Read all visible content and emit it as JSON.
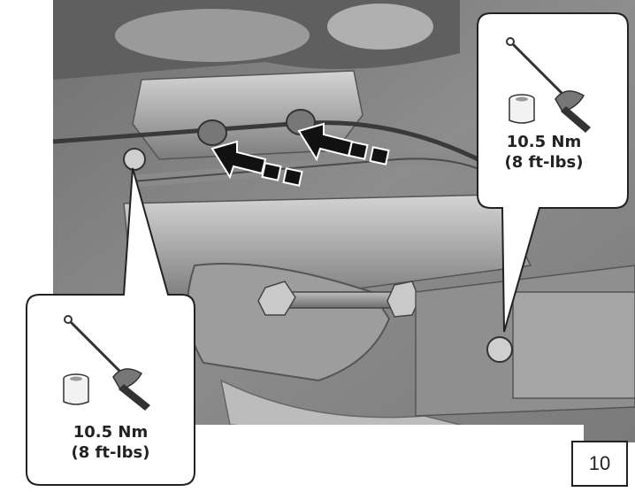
{
  "callouts": [
    {
      "torque_nm": "10.5 Nm",
      "torque_ftlbs": "(8 ft-lbs)"
    },
    {
      "torque_nm": "10.5 Nm",
      "torque_ftlbs": "(8 ft-lbs)"
    }
  ],
  "page_number": "10",
  "icons": [
    "torque-wrench-icon",
    "socket-icon",
    "direction-arrow-icon"
  ]
}
